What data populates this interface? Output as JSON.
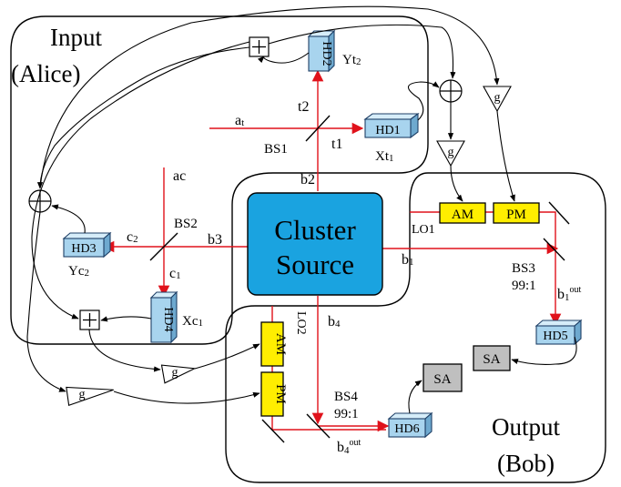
{
  "colors": {
    "beam": "#e0121b",
    "cluster_fill": "#1aa3e0",
    "detector_fill": "#a8d4ee",
    "modulator_fill": "#ffee00",
    "sa_fill": "#bfbfbf"
  },
  "regions": {
    "input_line1": "Input",
    "input_line2": "(Alice)",
    "output_line1": "Output",
    "output_line2": "(Bob)"
  },
  "source": {
    "line1": "Cluster",
    "line2": "Source"
  },
  "detectors": {
    "hd1": "HD1",
    "hd2": "HD2",
    "hd3": "HD3",
    "hd4": "HD4",
    "hd5": "HD5",
    "hd6": "HD6"
  },
  "modulators": {
    "am1": "AM",
    "pm1": "PM",
    "am2": "AM",
    "pm2": "PM"
  },
  "analyzers": {
    "sa1": "SA",
    "sa2": "SA"
  },
  "gains": {
    "g1": "g",
    "g2": "g",
    "g3": "g",
    "g4": "g"
  },
  "labels": {
    "at_main": "a",
    "at_sub": "t",
    "ac_main": "a",
    "ac_sub": "c",
    "t1": "t1",
    "t2": "t2",
    "bs1": "BS1",
    "bs2": "BS2",
    "bs3": "BS3",
    "bs3_ratio": "99:1",
    "bs4": "BS4",
    "bs4_ratio": "99:1",
    "b1_main": "b",
    "b1_sub": "1",
    "b2": "b2",
    "b3": "b3",
    "b4_main": "b",
    "b4_sub": "4",
    "b1out_main": "b",
    "b1out_sub": "1",
    "b1out_sup": "out",
    "b4out_main": "b",
    "b4out_sub": "4",
    "b4out_sup": "out",
    "c1_main": "c",
    "c1_sub": "1",
    "c2_main": "c",
    "c2_sub": "2",
    "lo1": "LO1",
    "lo2": "LO2",
    "xt1_main": "Xt",
    "xt1_sub": "1",
    "yt2_main": "Yt",
    "yt2_sub": "2",
    "yc2_main": "Yc",
    "yc2_sub": "2",
    "xc1_main": "Xc",
    "xc1_sub": "1"
  }
}
